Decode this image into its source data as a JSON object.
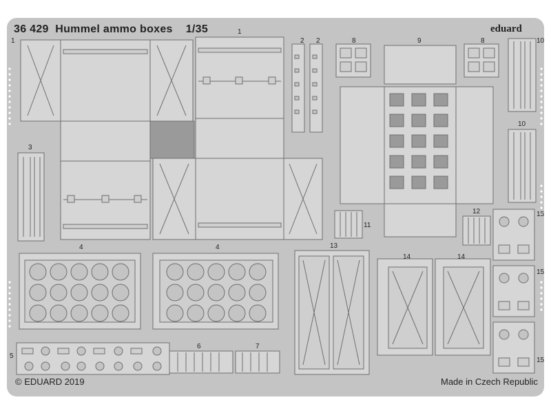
{
  "header": {
    "set_number": "36 429",
    "set_name": "Hummel ammo boxes",
    "scale": "1/35",
    "brand": "eduard"
  },
  "footer": {
    "copyright": "© EDUARD 2019",
    "origin": "Made in Czech Republic"
  },
  "part_numbers": {
    "p1_left": "1",
    "p1_top": "1",
    "p2a": "2",
    "p2b": "2",
    "p3": "3",
    "p4a": "4",
    "p4b": "4",
    "p5": "5",
    "p6": "6",
    "p7": "7",
    "p8a": "8",
    "p8b": "8",
    "p9": "9",
    "p10a": "10",
    "p10b": "10",
    "p11": "11",
    "p12": "12",
    "p13": "13",
    "p14a": "14",
    "p14b": "14",
    "p15a": "15",
    "p15b": "15",
    "p15c": "15"
  },
  "colors": {
    "fret": "#c4c4c4",
    "part": "#d4d4d4",
    "outline": "#7a7a7a",
    "text": "#222222"
  }
}
